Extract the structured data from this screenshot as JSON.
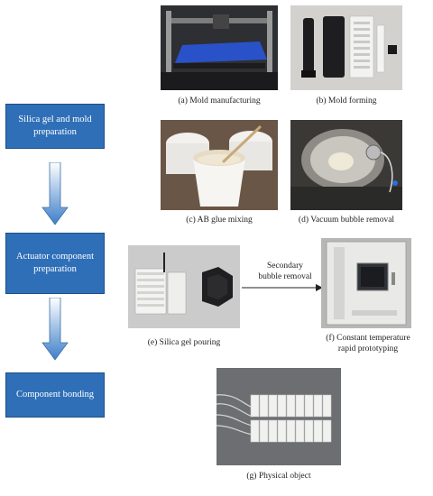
{
  "flow": {
    "steps": [
      {
        "label": "Silica gel and mold preparation"
      },
      {
        "label": "Actuator component preparation"
      },
      {
        "label": "Component bonding"
      }
    ]
  },
  "panels": {
    "a": {
      "caption": "(a) Mold manufacturing"
    },
    "b": {
      "caption": "(b) Mold forming"
    },
    "c": {
      "caption": "(c) AB glue mixing"
    },
    "d": {
      "caption": "(d) Vacuum bubble removal"
    },
    "e": {
      "caption": "(e) Silica gel pouring"
    },
    "f": {
      "caption_line1": "(f) Constant temperature",
      "caption_line2": "rapid prototyping"
    },
    "g": {
      "caption": "(g) Physical object"
    }
  },
  "connector": {
    "line1": "Secondary",
    "line2": "bubble removal"
  },
  "colors": {
    "box_fill": "#2f6fb8",
    "arrow_fill": "#3d7fc9"
  }
}
